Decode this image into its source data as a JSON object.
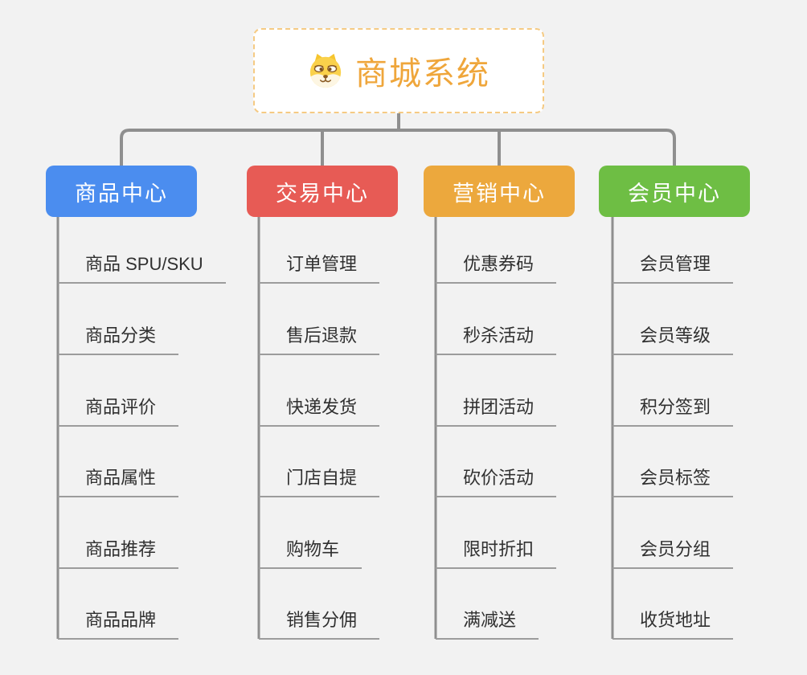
{
  "root": {
    "label": "商城系统",
    "icon": "doge-icon",
    "text_color": "#efa63b",
    "border_color": "#f5ca83",
    "background": "#ffffff"
  },
  "canvas": {
    "background": "#f2f2f2",
    "connector_color": "#8f8f8f",
    "underline_color": "#9c9c9c"
  },
  "branches": [
    {
      "label": "商品中心",
      "color": "#4b8def",
      "children": [
        "商品 SPU/SKU",
        "商品分类",
        "商品评价",
        "商品属性",
        "商品推荐",
        "商品品牌"
      ]
    },
    {
      "label": "交易中心",
      "color": "#e75b55",
      "children": [
        "订单管理",
        "售后退款",
        "快递发货",
        "门店自提",
        "购物车",
        "销售分佣"
      ]
    },
    {
      "label": "营销中心",
      "color": "#eca83d",
      "children": [
        "优惠券码",
        "秒杀活动",
        "拼团活动",
        "砍价活动",
        "限时折扣",
        "满减送"
      ]
    },
    {
      "label": "会员中心",
      "color": "#6ebe44",
      "children": [
        "会员管理",
        "会员等级",
        "积分签到",
        "会员标签",
        "会员分组",
        "收货地址"
      ]
    }
  ]
}
